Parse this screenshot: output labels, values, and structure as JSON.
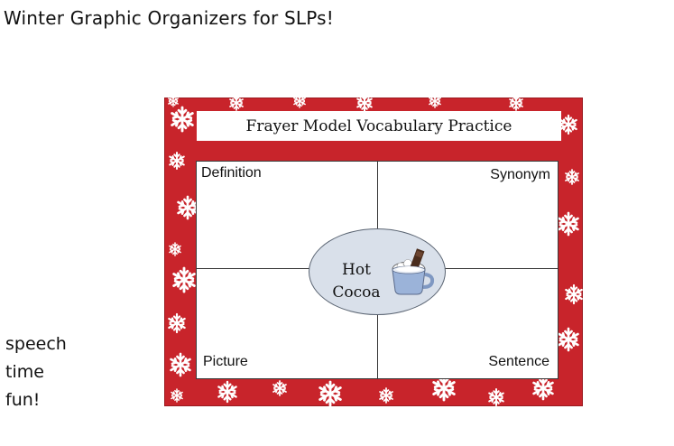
{
  "page": {
    "heading": "Winter Graphic Organizers for SLPs!",
    "side_note": [
      "speech",
      "time",
      "fun!"
    ]
  },
  "organizer": {
    "title": "Frayer Model Vocabulary Practice",
    "quadrants": {
      "top_left": "Definition",
      "top_right": "Synonym",
      "bottom_left": "Picture",
      "bottom_right": "Sentence"
    },
    "center_word": [
      "Hot",
      "Cocoa"
    ],
    "center_image": "hot-cocoa-mug-icon",
    "border_theme": "snowflake",
    "colors": {
      "frame": "#c8242b",
      "oval_fill": "#d9e0ea",
      "mug": "#9bb3d9"
    }
  }
}
